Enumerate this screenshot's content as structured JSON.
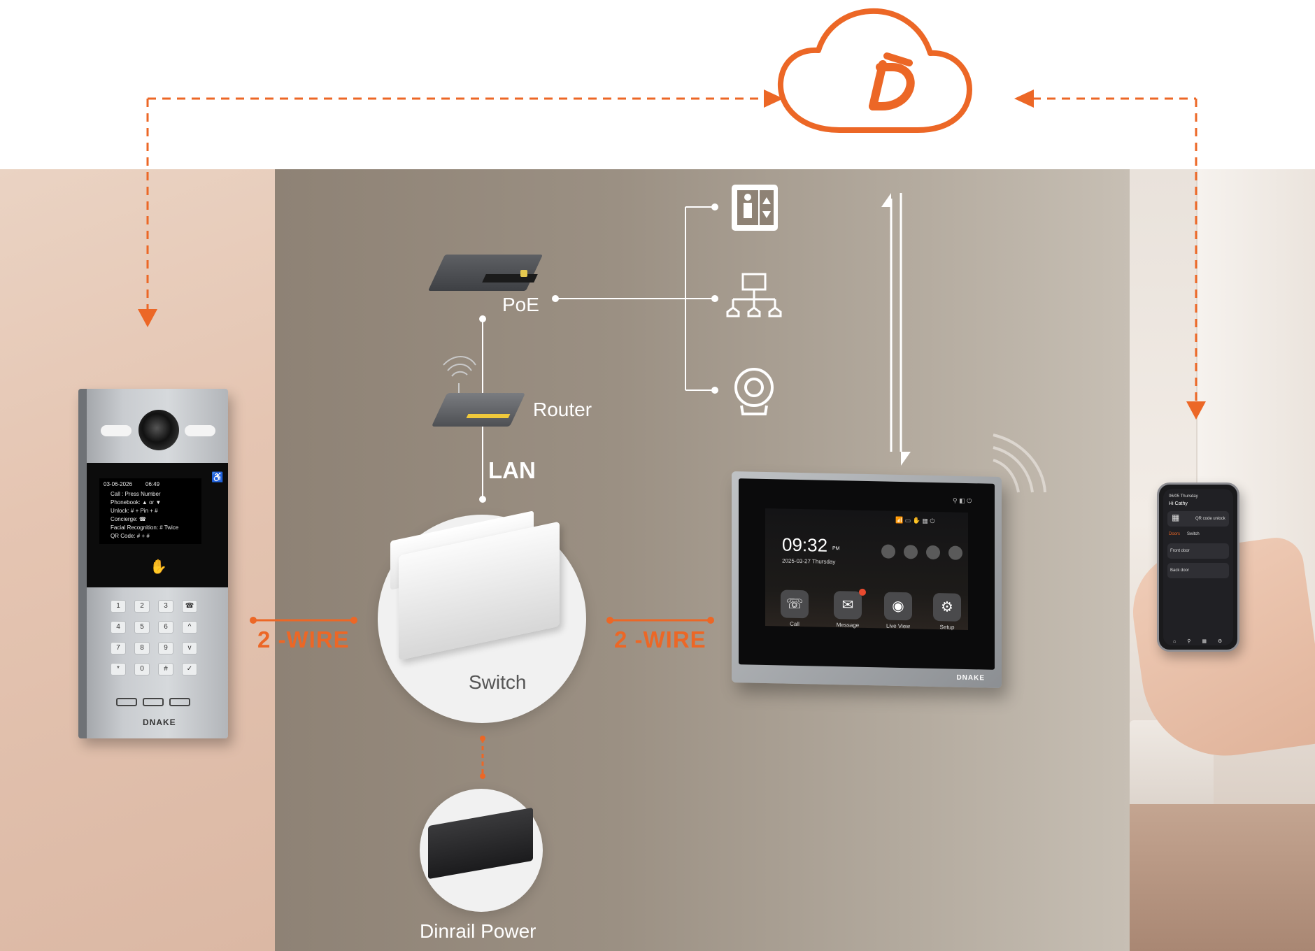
{
  "diagram": {
    "nodes": {
      "poe": "PoE",
      "router": "Router",
      "lan": "LAN",
      "switch": "Switch",
      "power": "Dinrail Power",
      "wire_left": "2 -WIRE",
      "wire_right": "2 -WIRE"
    },
    "colors": {
      "accent": "#ec6726",
      "line": "#ffffff",
      "label_dark": "#555555"
    },
    "icons": [
      "cloud-logo-icon",
      "elevator-icon",
      "network-icon",
      "webcam-icon",
      "wifi-signal-icon"
    ]
  },
  "door_station": {
    "date": "03-06-2026",
    "time": "06:49",
    "menu": [
      "Call : Press Number",
      "Phonebook: ▲ or ▼",
      "Unlock: # + Pin + #",
      "Concierge: ☎",
      "Facial Recognition: # Twice",
      "QR Code: # + #"
    ],
    "keys": [
      "1",
      "2",
      "3",
      "☎",
      "4",
      "5",
      "6",
      "^",
      "7",
      "8",
      "9",
      "v",
      "*",
      "0",
      "#",
      "✓"
    ],
    "brand": "DNAKE"
  },
  "indoor_monitor": {
    "time": "09:32",
    "ampm": "PM",
    "date": "2025-03-27 Thursday",
    "apps": [
      "Call",
      "Message",
      "Live View",
      "Setup"
    ],
    "brand": "DNAKE"
  },
  "phone_app": {
    "status": "06/05 Thursday",
    "greeting": "Hi Cathy",
    "qr_label": "QR code unlock",
    "tabs": [
      "Doors",
      "Switch"
    ],
    "doors": [
      "Front door",
      "Back door"
    ]
  }
}
